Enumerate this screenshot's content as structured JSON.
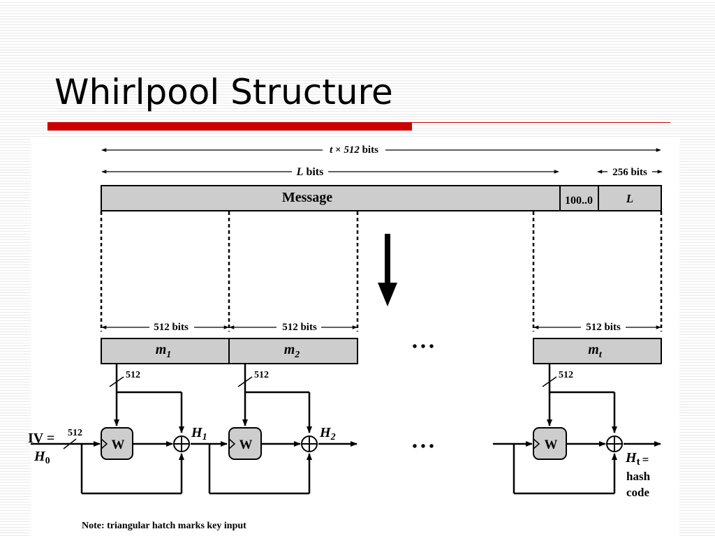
{
  "slide": {
    "title": "Whirlpool Structure"
  },
  "diagram": {
    "total_len": {
      "var": "t",
      "times": "×",
      "num": "512",
      "unit": "bits"
    },
    "l_len": {
      "var": "L",
      "unit": "bits"
    },
    "pad_len": "256 bits",
    "message": "Message",
    "padding": "100..0",
    "length_field": "L",
    "block_size": "512 bits",
    "blocks": [
      {
        "base": "m",
        "sub": "1"
      },
      {
        "base": "m",
        "sub": "2"
      },
      {
        "base": "m",
        "sub": "t"
      }
    ],
    "ellipsis": "• • •",
    "hatch_label": "512",
    "iv": {
      "line1": "IV =",
      "base": "H",
      "sub": "0"
    },
    "function_label": "W",
    "hashes": [
      {
        "base": "H",
        "sub": "1"
      },
      {
        "base": "H",
        "sub": "2"
      }
    ],
    "final": {
      "base": "H",
      "sub": "t",
      "eq": "=",
      "line2": "hash",
      "line3": "code"
    },
    "note": "Note: triangular hatch marks key input"
  }
}
